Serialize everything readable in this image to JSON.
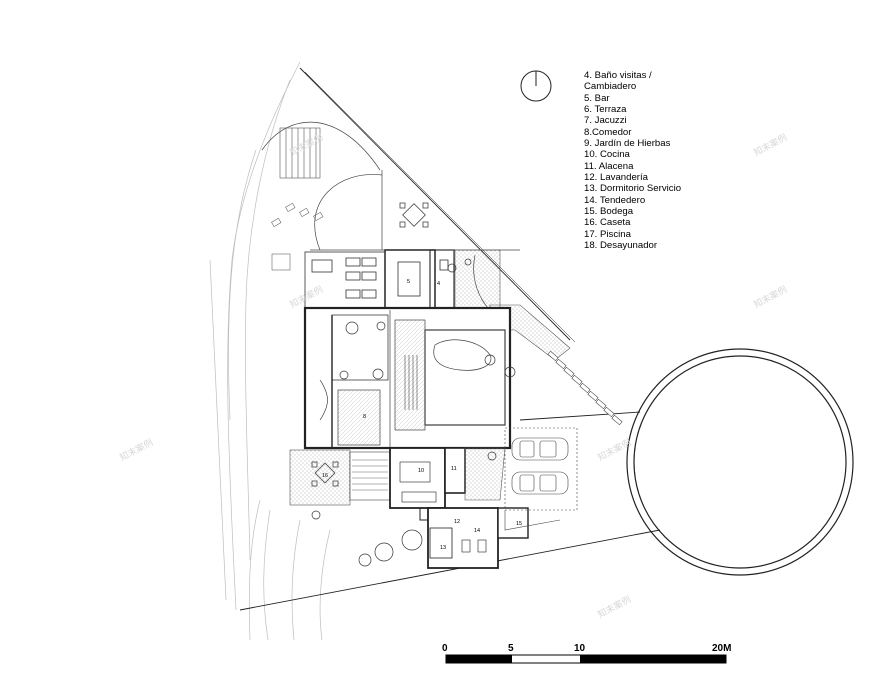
{
  "legend": [
    "4. Baño visitas /",
    "Cambiadero",
    "5. Bar",
    "6. Terraza",
    "7. Jacuzzi",
    "8.Comedor",
    "9. Jardín de Hierbas",
    "10. Cocina",
    "11. Alacena",
    "12. Lavandería",
    "13. Dormitorio Servicio",
    "14. Tendedero",
    "15. Bodega",
    "16. Caseta",
    "17. Piscina",
    "18. Desayunador"
  ],
  "scale_labels": [
    "0",
    "5",
    "10",
    "20M"
  ],
  "room_numbers": [
    "5",
    "4",
    "8",
    "10",
    "11",
    "12",
    "13",
    "14",
    "15",
    "16"
  ],
  "colors": {
    "line": "#222222",
    "light_line": "#9a9a9a",
    "pattern": "#c8c8c8"
  }
}
